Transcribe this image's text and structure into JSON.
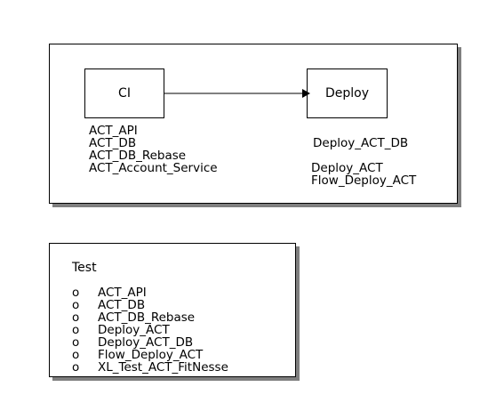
{
  "pipeline": {
    "stage_ci": {
      "label": "CI",
      "jobs": [
        "ACT_API",
        "ACT_DB",
        "ACT_DB_Rebase",
        "ACT_Account_Service"
      ]
    },
    "stage_deploy": {
      "label": "Deploy",
      "jobs_group1": [
        "Deploy_ACT_DB"
      ],
      "jobs_group2": [
        "Deploy_ACT",
        "Flow_Deploy_ACT"
      ]
    }
  },
  "test": {
    "title": "Test",
    "bullet": "o",
    "items": [
      "ACT_API",
      "ACT_DB",
      "ACT_DB_Rebase",
      "Deploy_ACT",
      "Deploy_ACT_DB",
      "Flow_Deploy_ACT",
      "XL_Test_ACT_FitNesse"
    ]
  }
}
